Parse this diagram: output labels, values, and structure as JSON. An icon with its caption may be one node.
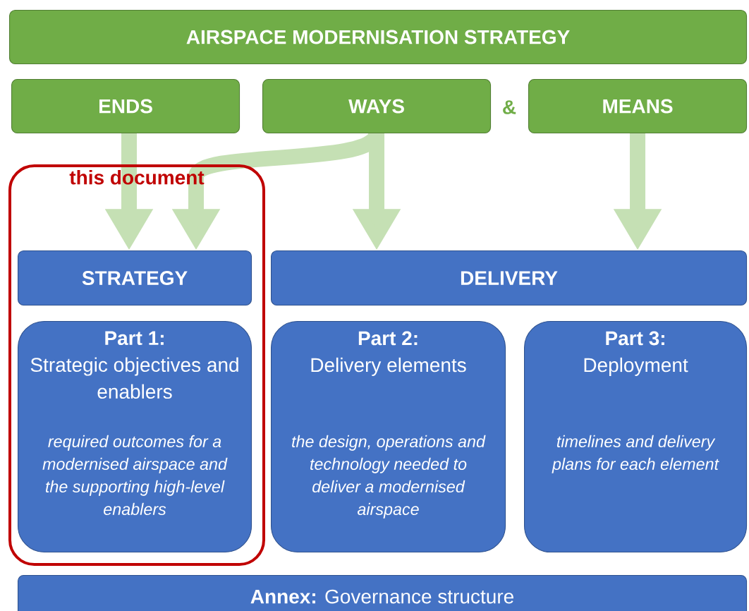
{
  "diagram": {
    "nodes": [
      {
        "text": [
          "AIRSPACE MODERNISATION STRATEGY"
        ]
      },
      {
        "text": [
          "ENDS"
        ]
      },
      {
        "text": [
          "WAYS"
        ]
      },
      {
        "text": [
          "MEANS"
        ]
      },
      {
        "text": [
          "this document"
        ]
      },
      {
        "text": [
          "STRATEGY"
        ],
        "in": 4
      },
      {
        "text": [
          "DELIVERY"
        ]
      },
      {
        "text": [
          "Part 1:",
          "Strategic objectives and enablers",
          "required outcomes for a modernised airspace and the supporting high-level enablers"
        ],
        "in": 4
      },
      {
        "text": [
          "Part 2:",
          "Delivery elements",
          "the design, operations and technology needed to deliver a modernised airspace"
        ]
      },
      {
        "text": [
          "Part 3:",
          "Deployment",
          "timelines and delivery plans for each element"
        ]
      },
      {
        "text": [
          "**Annex:**  Governance structure"
        ]
      }
    ],
    "edges": [
      {
        "from": 1,
        "to": 5,
        "arrow": "to"
      },
      {
        "from": 2,
        "to": 5,
        "arrow": "to"
      },
      {
        "from": 2,
        "to": 6,
        "arrow": "to"
      },
      {
        "from": 3,
        "to": 6,
        "arrow": "to"
      }
    ],
    "labels": [
      "&"
    ]
  }
}
